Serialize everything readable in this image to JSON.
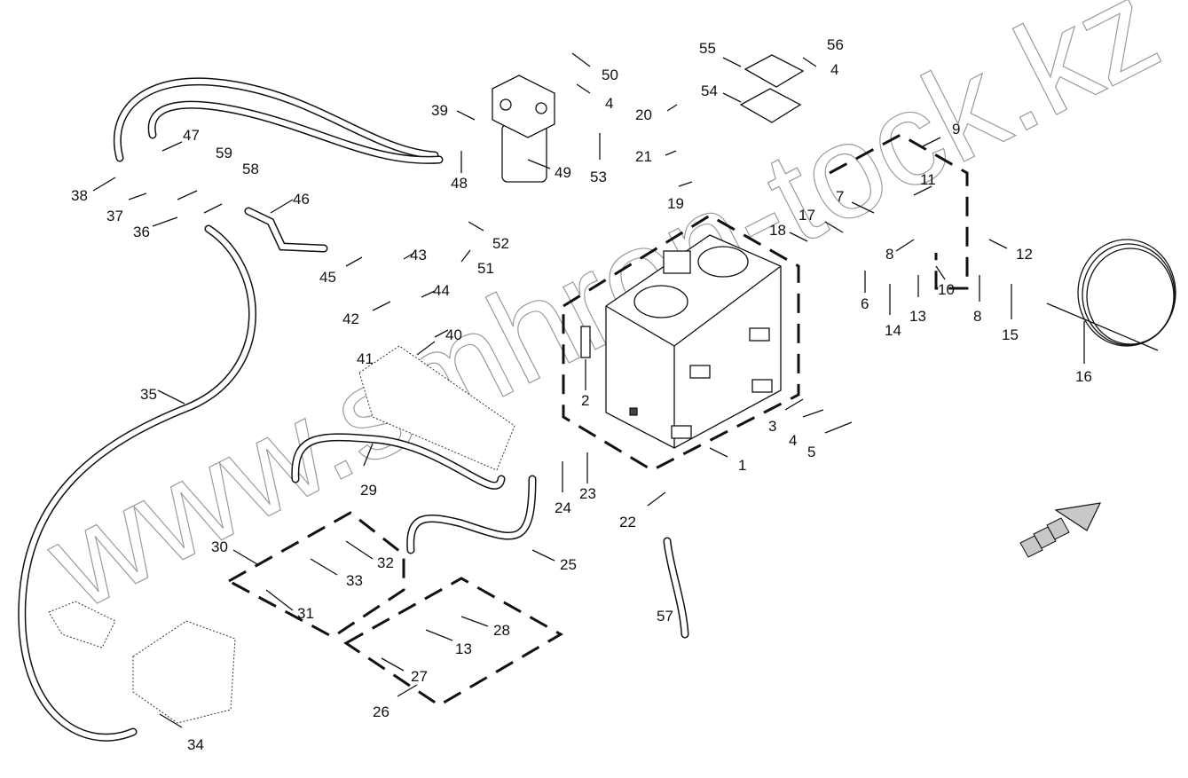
{
  "diagram": {
    "title": "Hydraulic tank and hose assembly (exploded view)",
    "watermark": "www.smhron-tock.kz",
    "direction_indicator": "front-arrow-icon",
    "callouts": [
      {
        "id": "c1",
        "label": "1"
      },
      {
        "id": "c2",
        "label": "2"
      },
      {
        "id": "c3",
        "label": "3"
      },
      {
        "id": "c4a",
        "label": "4"
      },
      {
        "id": "c4b",
        "label": "4"
      },
      {
        "id": "c4c",
        "label": "4"
      },
      {
        "id": "c5",
        "label": "5"
      },
      {
        "id": "c6",
        "label": "6"
      },
      {
        "id": "c7",
        "label": "7"
      },
      {
        "id": "c8a",
        "label": "8"
      },
      {
        "id": "c8b",
        "label": "8"
      },
      {
        "id": "c9",
        "label": "9"
      },
      {
        "id": "c10",
        "label": "10"
      },
      {
        "id": "c11",
        "label": "11"
      },
      {
        "id": "c12",
        "label": "12"
      },
      {
        "id": "c13a",
        "label": "13"
      },
      {
        "id": "c13b",
        "label": "13"
      },
      {
        "id": "c14",
        "label": "14"
      },
      {
        "id": "c15",
        "label": "15"
      },
      {
        "id": "c16",
        "label": "16"
      },
      {
        "id": "c17",
        "label": "17"
      },
      {
        "id": "c18",
        "label": "18"
      },
      {
        "id": "c19",
        "label": "19"
      },
      {
        "id": "c20",
        "label": "20"
      },
      {
        "id": "c21",
        "label": "21"
      },
      {
        "id": "c22",
        "label": "22"
      },
      {
        "id": "c23",
        "label": "23"
      },
      {
        "id": "c24",
        "label": "24"
      },
      {
        "id": "c25",
        "label": "25"
      },
      {
        "id": "c26",
        "label": "26"
      },
      {
        "id": "c27",
        "label": "27"
      },
      {
        "id": "c28",
        "label": "28"
      },
      {
        "id": "c29",
        "label": "29"
      },
      {
        "id": "c30",
        "label": "30"
      },
      {
        "id": "c31",
        "label": "31"
      },
      {
        "id": "c32",
        "label": "32"
      },
      {
        "id": "c33",
        "label": "33"
      },
      {
        "id": "c34",
        "label": "34"
      },
      {
        "id": "c35",
        "label": "35"
      },
      {
        "id": "c36",
        "label": "36"
      },
      {
        "id": "c37",
        "label": "37"
      },
      {
        "id": "c38",
        "label": "38"
      },
      {
        "id": "c39",
        "label": "39"
      },
      {
        "id": "c40",
        "label": "40"
      },
      {
        "id": "c41",
        "label": "41"
      },
      {
        "id": "c42",
        "label": "42"
      },
      {
        "id": "c43",
        "label": "43"
      },
      {
        "id": "c44",
        "label": "44"
      },
      {
        "id": "c45",
        "label": "45"
      },
      {
        "id": "c46",
        "label": "46"
      },
      {
        "id": "c47",
        "label": "47"
      },
      {
        "id": "c48",
        "label": "48"
      },
      {
        "id": "c49",
        "label": "49"
      },
      {
        "id": "c50",
        "label": "50"
      },
      {
        "id": "c51",
        "label": "51"
      },
      {
        "id": "c52",
        "label": "52"
      },
      {
        "id": "c53",
        "label": "53"
      },
      {
        "id": "c54",
        "label": "54"
      },
      {
        "id": "c55",
        "label": "55"
      },
      {
        "id": "c56",
        "label": "56"
      },
      {
        "id": "c57",
        "label": "57"
      },
      {
        "id": "c58",
        "label": "58"
      },
      {
        "id": "c59",
        "label": "59"
      }
    ]
  }
}
